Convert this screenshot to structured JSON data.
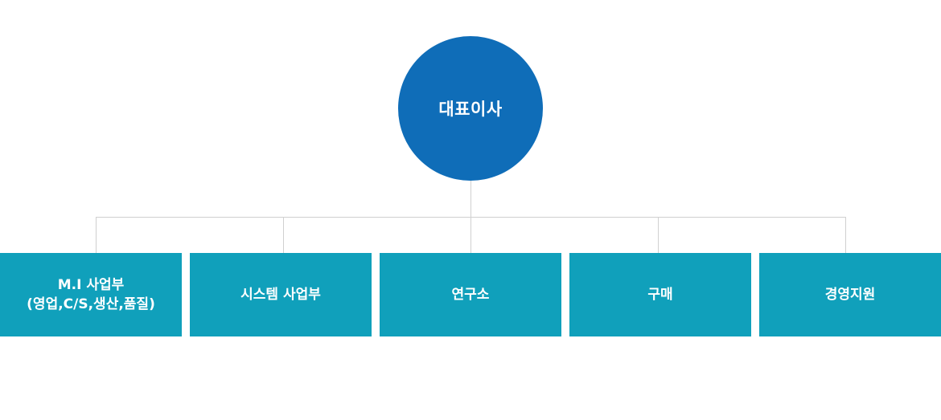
{
  "org_chart": {
    "top": {
      "label": "대표이사"
    },
    "departments": [
      {
        "label_line1": "M.I 사업부",
        "label_line2": "(영업,C/S,생산,품질)"
      },
      {
        "label_line1": "시스템 사업부"
      },
      {
        "label_line1": "연구소"
      },
      {
        "label_line1": "구매"
      },
      {
        "label_line1": "경영지원"
      }
    ]
  },
  "colors": {
    "ceo_fill": "#0f6db8",
    "department_fill": "#10a0bb",
    "connector": "#d0d0d0",
    "text": "#ffffff"
  }
}
